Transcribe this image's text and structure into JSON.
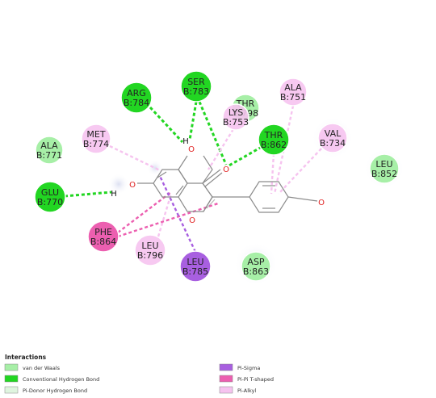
{
  "colors": {
    "van_der_waals": "#a7efa7",
    "conventional_hbond": "#22d622",
    "pi_donor_hbond": "#dff5df",
    "pi_sigma": "#a85fe0",
    "pi_pi_tshaped": "#ec5fb0",
    "pi_alkyl": "#f6c3ef",
    "ligand": "#8c8c8c",
    "oxygen": "#e02020"
  },
  "residues": [
    {
      "id": "arg784",
      "line1": "ARG",
      "line2": "B:784",
      "type": "conventional_hbond"
    },
    {
      "id": "ser783",
      "line1": "SER",
      "line2": "B:783",
      "type": "conventional_hbond"
    },
    {
      "id": "thr798",
      "line1": "THR",
      "line2": "B:798",
      "type": "van_der_waals"
    },
    {
      "id": "lys753",
      "line1": "LYS",
      "line2": "B:753",
      "type": "pi_alkyl"
    },
    {
      "id": "ala751",
      "line1": "ALA",
      "line2": "B:751",
      "type": "pi_alkyl"
    },
    {
      "id": "met774",
      "line1": "MET",
      "line2": "B:774",
      "type": "pi_alkyl"
    },
    {
      "id": "thr862",
      "line1": "THR",
      "line2": "B:862",
      "type": "conventional_hbond"
    },
    {
      "id": "val734",
      "line1": "VAL",
      "line2": "B:734",
      "type": "pi_alkyl"
    },
    {
      "id": "ala771",
      "line1": "ALA",
      "line2": "B:771",
      "type": "van_der_waals"
    },
    {
      "id": "leu852",
      "line1": "LEU",
      "line2": "B:852",
      "type": "van_der_waals"
    },
    {
      "id": "glu770",
      "line1": "GLU",
      "line2": "B:770",
      "type": "conventional_hbond"
    },
    {
      "id": "phe864",
      "line1": "PHE",
      "line2": "B:864",
      "type": "pi_pi_tshaped"
    },
    {
      "id": "leu796",
      "line1": "LEU",
      "line2": "B:796",
      "type": "pi_alkyl"
    },
    {
      "id": "leu785",
      "line1": "LEU",
      "line2": "B:785",
      "type": "pi_sigma"
    },
    {
      "id": "asp863",
      "line1": "ASP",
      "line2": "B:863",
      "type": "van_der_waals"
    }
  ],
  "ligand": {
    "atoms": [
      "O",
      "H",
      "O",
      "H",
      "O",
      "O",
      "O"
    ]
  },
  "legend": {
    "title": "Interactions",
    "items": [
      {
        "label": "van der Waals",
        "type": "van_der_waals"
      },
      {
        "label": "Conventional Hydrogen Bond",
        "type": "conventional_hbond"
      },
      {
        "label": "Pi-Donor Hydrogen Bond",
        "type": "pi_donor_hbond"
      },
      {
        "label": "Pi-Sigma",
        "type": "pi_sigma"
      },
      {
        "label": "Pi-Pi T-shaped",
        "type": "pi_pi_tshaped"
      },
      {
        "label": "Pi-Alkyl",
        "type": "pi_alkyl"
      }
    ]
  }
}
